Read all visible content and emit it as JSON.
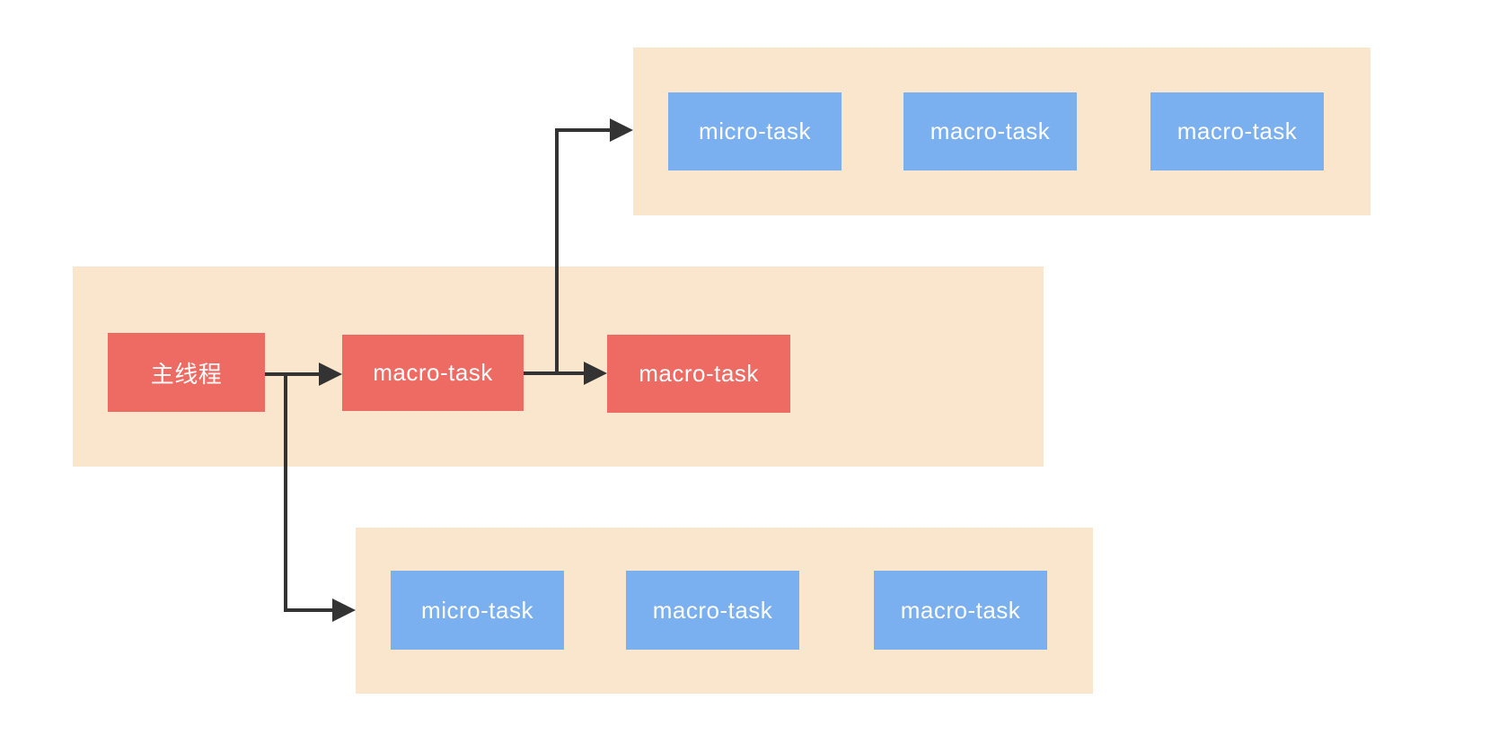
{
  "diagram": {
    "colors": {
      "canvas_bg": "#ffffff",
      "panel_bg": "#fae5cd",
      "task_blue": "#7aaff0",
      "task_red": "#ee6b64",
      "arrow": "#333333",
      "label_text": "#ffffff"
    },
    "top_queue": {
      "labels": [
        "micro-task",
        "macro-task",
        "macro-task"
      ]
    },
    "main_row": {
      "labels": [
        "主线程",
        "macro-task",
        "macro-task"
      ]
    },
    "bottom_queue": {
      "labels": [
        "micro-task",
        "macro-task",
        "macro-task"
      ]
    }
  }
}
